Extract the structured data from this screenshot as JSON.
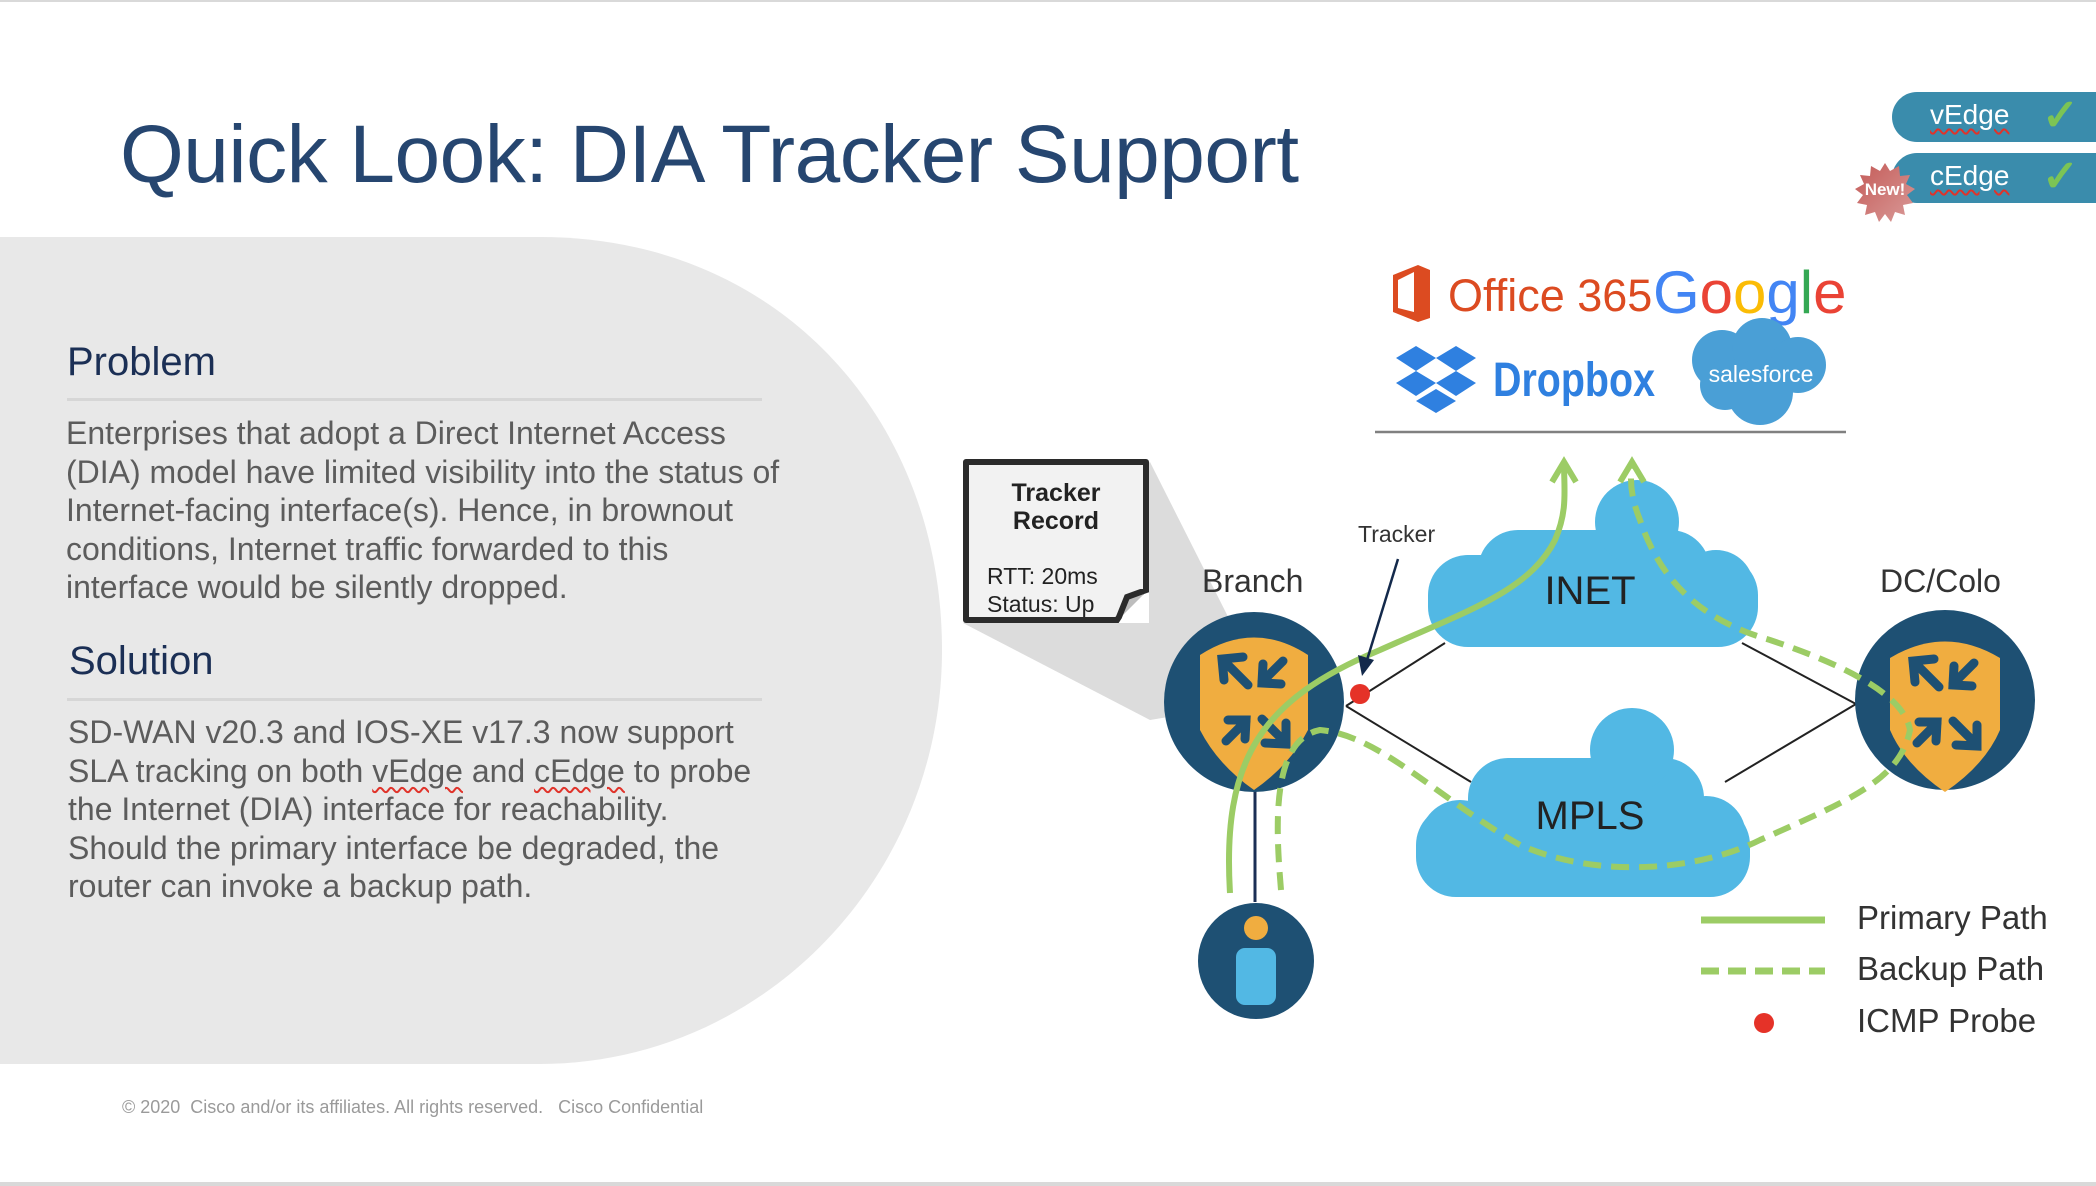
{
  "slide": {
    "title": "Quick Look: DIA Tracker Support",
    "footer": "© 2020  Cisco and/or its affiliates. All rights reserved.   Cisco Confidential"
  },
  "badges": [
    {
      "label": "vEdge",
      "supported": true,
      "icon": "checkmark-icon"
    },
    {
      "label": "cEdge",
      "supported": true,
      "icon": "checkmark-icon"
    }
  ],
  "new_badge": "New!",
  "problem": {
    "heading": "Problem",
    "lines": [
      "Enterprises that adopt a Direct Internet Access",
      "(DIA) model have limited visibility into the status of",
      "Internet-facing interface(s). Hence, in brownout",
      "conditions, Internet traffic forwarded to this",
      "interface would be silently dropped."
    ]
  },
  "solution": {
    "heading": "Solution",
    "line1": "SD-WAN v20.3 and IOS-XE v17.3 now support",
    "line2_a": "SLA tracking on both ",
    "line2_b": "vEdge",
    "line2_c": " and ",
    "line2_d": "cEdge",
    "line2_e": " to probe",
    "line3": "the Internet (DIA) interface for reachability.",
    "line4": "Should the primary interface be degraded, the",
    "line5": "router can invoke a backup path."
  },
  "saas_logos": {
    "office365": "Office 365",
    "google": [
      "G",
      "o",
      "o",
      "g",
      "l",
      "e"
    ],
    "dropbox": "Dropbox",
    "salesforce": "salesforce"
  },
  "tracker_record": {
    "title_line1": "Tracker",
    "title_line2": "Record",
    "rtt": "RTT: 20ms",
    "status": "Status: Up"
  },
  "diagram": {
    "branch_label": "Branch",
    "dc_label": "DC/Colo",
    "tracker_label": "Tracker",
    "inet_label": "INET",
    "mpls_label": "MPLS"
  },
  "legend": [
    {
      "label": "Primary Path",
      "style": "solid"
    },
    {
      "label": "Backup Path",
      "style": "dashed"
    },
    {
      "label": "ICMP Probe",
      "style": "dot"
    }
  ],
  "colors": {
    "title": "#264670",
    "path_green": "#9ccc65",
    "probe_red": "#e53228",
    "cloud_blue": "#52b8e4",
    "router_navy": "#1e5073",
    "router_orange": "#f0ad40",
    "badge_teal": "#3a8cac"
  }
}
